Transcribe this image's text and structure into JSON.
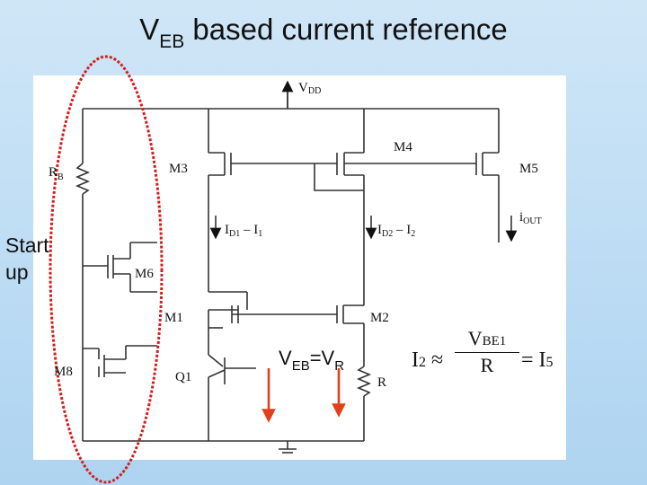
{
  "title": {
    "main": "V",
    "sub": "EB",
    "rest": " based current reference"
  },
  "startup_label": {
    "line1": "Start",
    "line2": "up"
  },
  "labels": {
    "vdd": "V",
    "vdd_sub": "DD",
    "rb": "R",
    "rb_sub": "B",
    "m3": "M3",
    "m4": "M4",
    "m5": "M5",
    "m6": "M6",
    "m1": "M1",
    "m2": "M2",
    "m8": "M8",
    "q1": "Q1",
    "r": "R",
    "id1": "I",
    "id1_sub": "D1",
    "id1_rest": " – I",
    "id1_rest_sub": "1",
    "id2": "I",
    "id2_sub": "D2",
    "id2_rest": " – I",
    "id2_rest_sub": "2",
    "iout": "i",
    "iout_sub": "OUT"
  },
  "annotation": {
    "v1": "V",
    "s1": "EB",
    "eq": "=V",
    "s2": "R"
  },
  "formula": {
    "lhs": "I",
    "lhs_sub": "2",
    "approx": " ≈",
    "num": "V",
    "num_sub": "BE1",
    "den": "R",
    "rhs": "= I",
    "rhs_sub": "5"
  },
  "colors": {
    "annotation_red": "#e0401a",
    "ellipse_red": "#d02020",
    "background": "#aed4f1"
  }
}
